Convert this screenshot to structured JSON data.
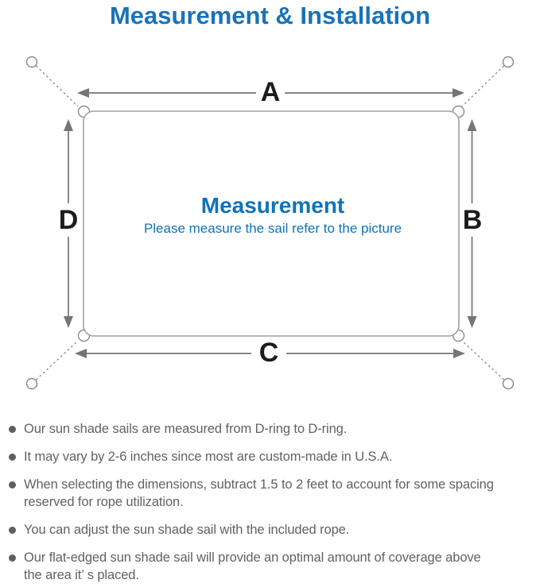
{
  "title": "Measurement & Installation",
  "diagram": {
    "label_a": "A",
    "label_b": "B",
    "label_c": "C",
    "label_d": "D",
    "heading": "Measurement",
    "subheading": "Please measure the sail refer to the picture"
  },
  "notes": [
    {
      "text": "Our sun shade sails are measured from D-ring to D-ring."
    },
    {
      "text": "It may vary by 2-6 inches since most are custom-made in U.S.A."
    },
    {
      "text": "When selecting the dimensions, subtract 1.5 to 2 feet to account for some spacing\nreserved for rope utilization."
    },
    {
      "text": "You can adjust the sun shade sail with the included rope."
    },
    {
      "text": "Our flat-edged sun shade sail will provide an optimal amount of coverage above\nthe area it’ s placed."
    }
  ],
  "colors": {
    "title_blue": "#1a72b8",
    "center_blue": "#0e73ba",
    "body_gray": "#626262",
    "arrow_gray": "#757575",
    "outline_gray": "#a2a2a2"
  }
}
